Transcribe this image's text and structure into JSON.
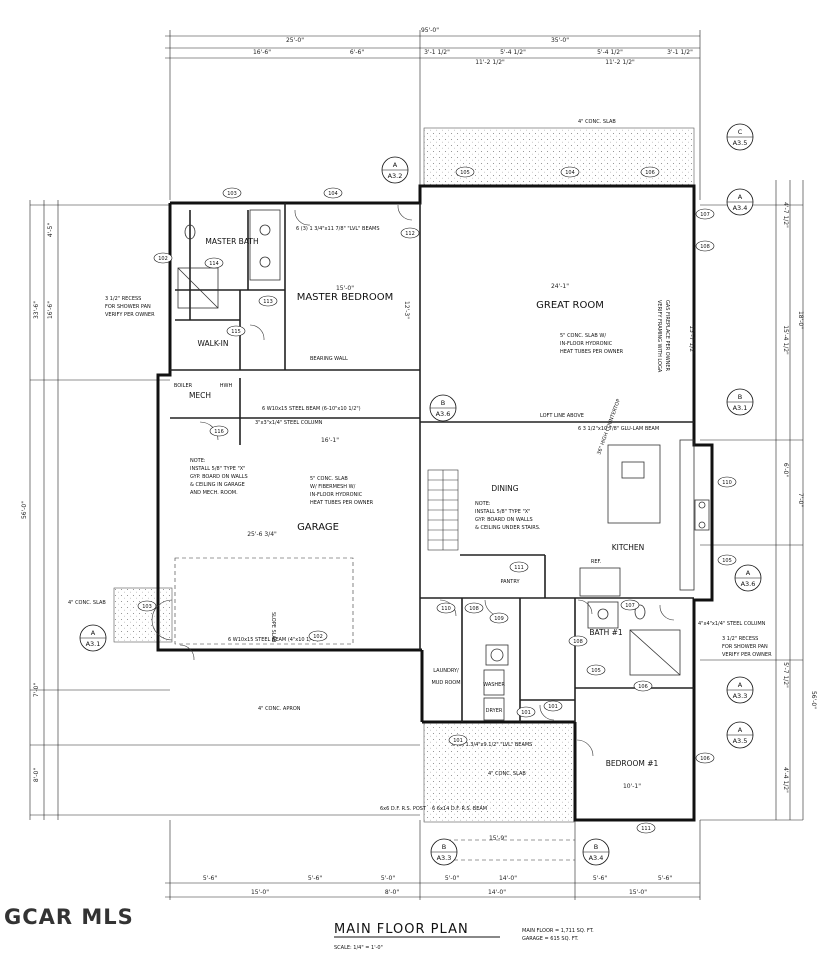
{
  "watermark": "GCAR MLS",
  "title_block": {
    "title": "MAIN FLOOR PLAN",
    "scale": "SCALE: 1/4\" = 1'-0\"",
    "area_main": "MAIN FLOOR = 1,711 SQ. FT.",
    "area_garage": "GARAGE = 615 SQ. FT."
  },
  "rooms": {
    "master_bedroom": "MASTER BEDROOM",
    "great_room": "GREAT ROOM",
    "master_bath": "MASTER BATH",
    "walk_in": "WALK-IN",
    "mech": "MECH",
    "boiler": "BOILER",
    "hwh": "HWH",
    "garage": "GARAGE",
    "dining": "DINING",
    "kitchen": "KITCHEN",
    "pantry": "PANTRY",
    "laundry": "LAUNDRY/",
    "mud_room": "MUD ROOM",
    "bath": "BATH #1",
    "bedroom": "BEDROOM #1",
    "washer": "WASHER",
    "dryer": "DRYER",
    "ref": "REF."
  },
  "notes": {
    "garage_note_1": "NOTE:",
    "garage_note_2": "INSTALL 5/8\" TYPE \"X\"",
    "garage_note_3": "GYP. BOARD ON WALLS",
    "garage_note_4": "& CEILING IN GARAGE",
    "garage_note_5": "AND MECH. ROOM.",
    "slab_note_1": "5\" CONC. SLAB",
    "slab_note_2": "W/ FIBERMESH W/",
    "slab_note_3": "IN-FLOOR HYDRONIC",
    "slab_note_4": "HEAT TUBES PER OWNER",
    "great_note_1": "5\" CONC. SLAB W/",
    "great_note_2": "IN-FLOOR HYDRONIC",
    "great_note_3": "HEAT TUBES PER OWNER",
    "dining_note_1": "NOTE:",
    "dining_note_2": "INSTALL 5/8\" TYPE \"X\"",
    "dining_note_3": "GYP. BOARD ON WALLS",
    "dining_note_4": "& CEILING UNDER STAIRS.",
    "recess_left_1": "3 1/2\" RECESS",
    "recess_left_2": "FOR SHOWER PAN",
    "recess_left_3": "VERIFY PER OWNER",
    "recess_right_1": "3 1/2\" RECESS",
    "recess_right_2": "FOR SHOWER PAN",
    "recess_right_3": "VERIFY PER OWNER",
    "fireplace_1": "GAS FIREPLACE PER OWNER",
    "fireplace_2": "VERIFY FRAMING WITH LOGA",
    "conc_slab_top": "4\" CONC. SLAB",
    "conc_slab_left": "4\" CONC. SLAB",
    "conc_apron": "4\" CONC. APRON",
    "conc_slab_bottom": "4\" CONC. SLAB",
    "loft_line": "LOFT LINE ABOVE",
    "countertop": "36\" HIGH COUNTERTOP",
    "slope_slab": "SLOPE SLAB",
    "steel_beam_1": "6 W10x15 STEEL BEAM (6-10\"x10 1/2\")",
    "steel_beam_2": "6 W10x15 STEEL BEAM (4\"x10 1/4\")",
    "lvl_beam_1": "6 (3) 1 3/4\"x11 7/8\" \"LVL\" BEAMS",
    "lvl_beam_2": "6 (3) 1 3/4\"x9 1/2\" \"LVL\" BEAMS",
    "glulam": "6 3 1/2\"x10 7/8\" GLU-LAM BEAM",
    "steel_column_1": "3\"x3\"x1/4\" STEEL COLUMN",
    "steel_column_2": "4\"x4\"x1/4\" STEEL COLUMN",
    "bearing_wall": "BEARING WALL",
    "post": "6x6 D.F. R.S. POST",
    "rs_beam": "6 6x14 D.F. R.S. BEAM"
  },
  "section_markers": [
    {
      "letter": "A",
      "sheet": "A3.2"
    },
    {
      "letter": "C",
      "sheet": "A3.5"
    },
    {
      "letter": "A",
      "sheet": "A3.4"
    },
    {
      "letter": "B",
      "sheet": "A3.6"
    },
    {
      "letter": "B",
      "sheet": "A3.1"
    },
    {
      "letter": "A",
      "sheet": "A3.6"
    },
    {
      "letter": "A",
      "sheet": "A3.1"
    },
    {
      "letter": "A",
      "sheet": "A3.3"
    },
    {
      "letter": "A",
      "sheet": "A3.5"
    },
    {
      "letter": "B",
      "sheet": "A3.3"
    },
    {
      "letter": "B",
      "sheet": "A3.4"
    }
  ],
  "door_tags": {
    "d103a": "103",
    "d104a": "104",
    "d112": "112",
    "d114": "114",
    "d113": "113",
    "d115": "115",
    "d116": "116",
    "d102a": "102",
    "d103b": "103",
    "d102b": "102",
    "d110": "110",
    "d109": "109",
    "d108a": "108",
    "d108b": "108",
    "d107": "107",
    "d105": "105",
    "d106": "106",
    "d101a": "101",
    "d101b": "101",
    "d101c": "101",
    "d111a": "111",
    "d111b": "111",
    "d110b": "110",
    "d108c": "108",
    "d105b": "105",
    "d106b": "106",
    "d107b": "107",
    "d104b": "104",
    "w105": "105",
    "w106": "106"
  },
  "dimensions": {
    "top_total": "95'-0\"",
    "top_left": "25'-0\"",
    "top_right": "35'-0\"",
    "top_1": "16'-6\"",
    "top_2": "6'-6\"",
    "top_3": "3'-1 1/2\"",
    "top_4": "5'-4 1/2\"",
    "top_5": "5'-4 1/2\"",
    "top_6": "3'-1 1/2\"",
    "top_7": "11'-2 1/2\"",
    "top_8": "11'-2 1/2\"",
    "left_1": "4'-5\"",
    "left_2": "16'-6\"",
    "left_3": "33'-6\"",
    "left_4": "56'-0\"",
    "left_5": "7'-0\"",
    "left_6": "8'-0\"",
    "bottom_1": "5'-6\"",
    "bottom_2": "5'-6\"",
    "bottom_3": "5'-0\"",
    "bottom_4": "5'-0\"",
    "bottom_5": "14'-0\"",
    "bottom_6": "5'-6\"",
    "bottom_7": "5'-6\"",
    "bottom_8": "15'-0\"",
    "bottom_9": "8'-0\"",
    "bottom_10": "14'-0\"",
    "bottom_11": "15'-0\"",
    "right_1": "4'-7 1/2\"",
    "right_2": "18'-0\"",
    "right_3": "15'-4 1/2\"",
    "right_4": "6'-0\"",
    "right_5": "7'-0\"",
    "right_6": "5'-7 1/2\"",
    "right_7": "4'-4 1/2\"",
    "right_8": "56'-0\"",
    "mb_width": "15'-0\"",
    "great_width": "24'-1\"",
    "garage_width": "16'-1\"",
    "garage_depth": "25'-6 3/4\"",
    "bed_width": "10'-1\"",
    "hall": "15'-9\"",
    "great_depth": "15'-7 1/2\"",
    "mb_depth": "12'-3\""
  }
}
